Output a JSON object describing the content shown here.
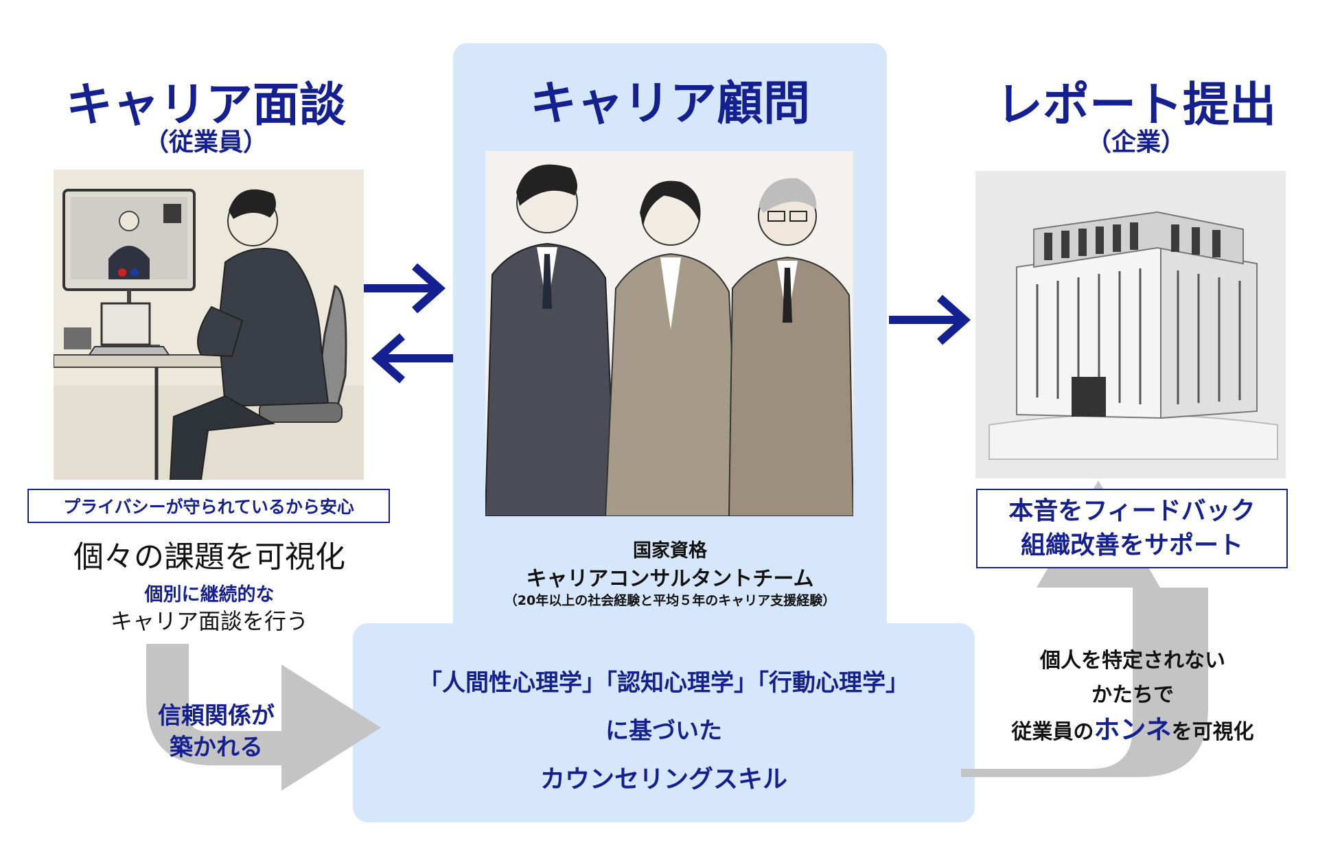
{
  "left": {
    "title": "キャリア面談",
    "subtitle": "（従業員）",
    "privacy_label": "プライバシーが守られているから安心",
    "visualize_text": "個々の課題を可視化",
    "continuous_text": "個別に継続的な",
    "interview_text": "キャリア面談を行う"
  },
  "center": {
    "title": "キャリア顧問",
    "qualification": "国家資格",
    "team": "キャリアコンサルタントチーム",
    "experience": "（20年以上の社会経験と平均５年のキャリア支援経験）",
    "psychology": "「人間性心理学」「認知心理学」「行動心理学」",
    "based_on": "に基づいた",
    "skill": "カウンセリングスキル"
  },
  "right": {
    "title": "レポート提出",
    "subtitle": "（企業）",
    "feedback": "本音をフィードバック",
    "support": "組織改善をサポート",
    "anon_line1": "個人を特定されない",
    "anon_line2": "かたちで",
    "anon_line3_pre": "従業員の",
    "anon_line3_em": "ホンネ",
    "anon_line3_post": "を可視化"
  },
  "trust": {
    "line1": "信頼関係が",
    "line2": "築かれる"
  },
  "colors": {
    "navy": "#14208f",
    "panel": "#d6e7fb",
    "gray_arrow": "#c4c4c4"
  }
}
